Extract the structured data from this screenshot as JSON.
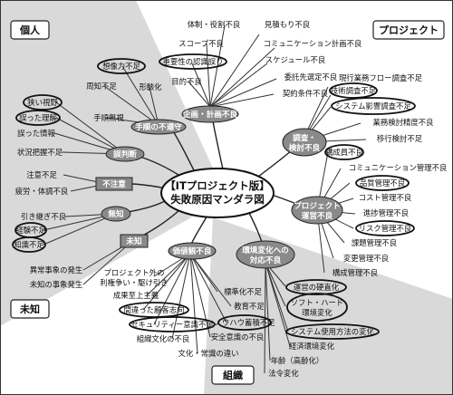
{
  "corners": {
    "top_left": "個人",
    "top_right": "プロジェクト",
    "bottom_left": "未知",
    "bottom_right": "組織"
  },
  "center": {
    "line1": "【ITプロジェクト版】",
    "line2": "失敗原因マンダラ図"
  },
  "hubs": {
    "planning": "企画・計画不良",
    "survey": [
      "調査・",
      "検討不良"
    ],
    "pm": [
      "プロジェクト",
      "運営不良"
    ],
    "env": [
      "環境変化への",
      "対応不良"
    ],
    "values": "価値観不良",
    "unknown": "未知",
    "misjudge": "無知",
    "carelessness": "不注意",
    "misjudgment": "誤判断",
    "procedure": "手順の不遵守"
  },
  "planning_items": {
    "a": "体制・役割不良",
    "b": "見積もり不良",
    "c": "スコープ不良",
    "d": "コミュニケーション計画不良",
    "e": "重要性の認識誤り",
    "f": "スケジュール不良",
    "g": "目的不良",
    "h": "委託先選定不良",
    "i": "契約条件不良"
  },
  "survey_items": {
    "a": "現行業務フロー調査不足",
    "b": "技術調査不足",
    "c": "システム影響調査不足",
    "d": "業務検討精度不良",
    "e": "移行検討不足"
  },
  "pm_items": {
    "a": "構成員不良",
    "b": "コミュニケーション管理不良",
    "c": "品質管理不良",
    "d": "コスト管理不良",
    "e": "進捗管理不良",
    "f": "リスク管理不良",
    "g": "課題管理不良",
    "h": "変更管理不良",
    "i": "構成管理不良"
  },
  "env_items": {
    "a": "運営の硬直化",
    "b": [
      "ソフト・ハード",
      "環境変化"
    ],
    "c": "システム使用方法の変化",
    "d": "経済環境変化",
    "e": "年齢（高齢化）",
    "f": "法令変化"
  },
  "values_items": {
    "a": "標準化不足",
    "b": "教育不足",
    "c": "ノウハウ蓄積不足",
    "d": "安全意識の不良",
    "e": "文化・常識の違い",
    "f": "組織文化の不良",
    "g": "セキュリティー意識不足",
    "h": "間違った顧客志向",
    "i": "成果至上主義",
    "j": [
      "プロジェクト外の",
      "利権争い・駆け引き"
    ]
  },
  "unknown_items": {
    "a": "異常事象の発生",
    "b": "未知の事象発生"
  },
  "misjudge_items": {
    "a": "引き継ぎ不良",
    "b": "経験不足",
    "c": "知識不足"
  },
  "careless_items": {
    "a": "注意不足",
    "b": "疲労・体調不良"
  },
  "misjudgment_items": {
    "a": "狭い視野",
    "b": "誤った理解",
    "c": "誤った情報",
    "d": "状況把握不足"
  },
  "procedure_items": {
    "a": "想像力不足",
    "b": "周知不足",
    "c": "形骸化",
    "d": "手順無視"
  }
}
